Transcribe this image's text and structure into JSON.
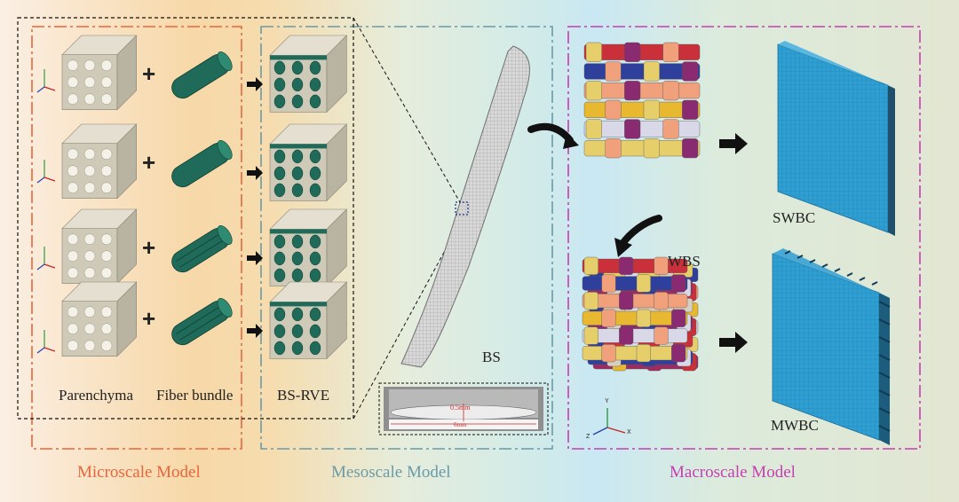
{
  "labels": {
    "parenchyma": "Parenchyma",
    "fiber_bundle": "Fiber bundle",
    "bs_rve": "BS-RVE",
    "bs": "BS",
    "wbs": "WBS",
    "swbc": "SWBC",
    "mwbc": "MWBC",
    "dim_thickness": "0.5mm",
    "dim_width": "6mm",
    "plus": "+",
    "axis_x": "X",
    "axis_y": "Y",
    "axis_z": "Z"
  },
  "sections": {
    "micro": "Microscale Model",
    "meso": "Mesoscale Model",
    "macro": "Macroscale Model"
  },
  "colors": {
    "micro": "#e8663c",
    "meso": "#6a9aa6",
    "macro": "#c43fb0",
    "fiber": "#1f6a58",
    "matrix": "#cfc9b8",
    "composite": "#2f9fd2"
  }
}
